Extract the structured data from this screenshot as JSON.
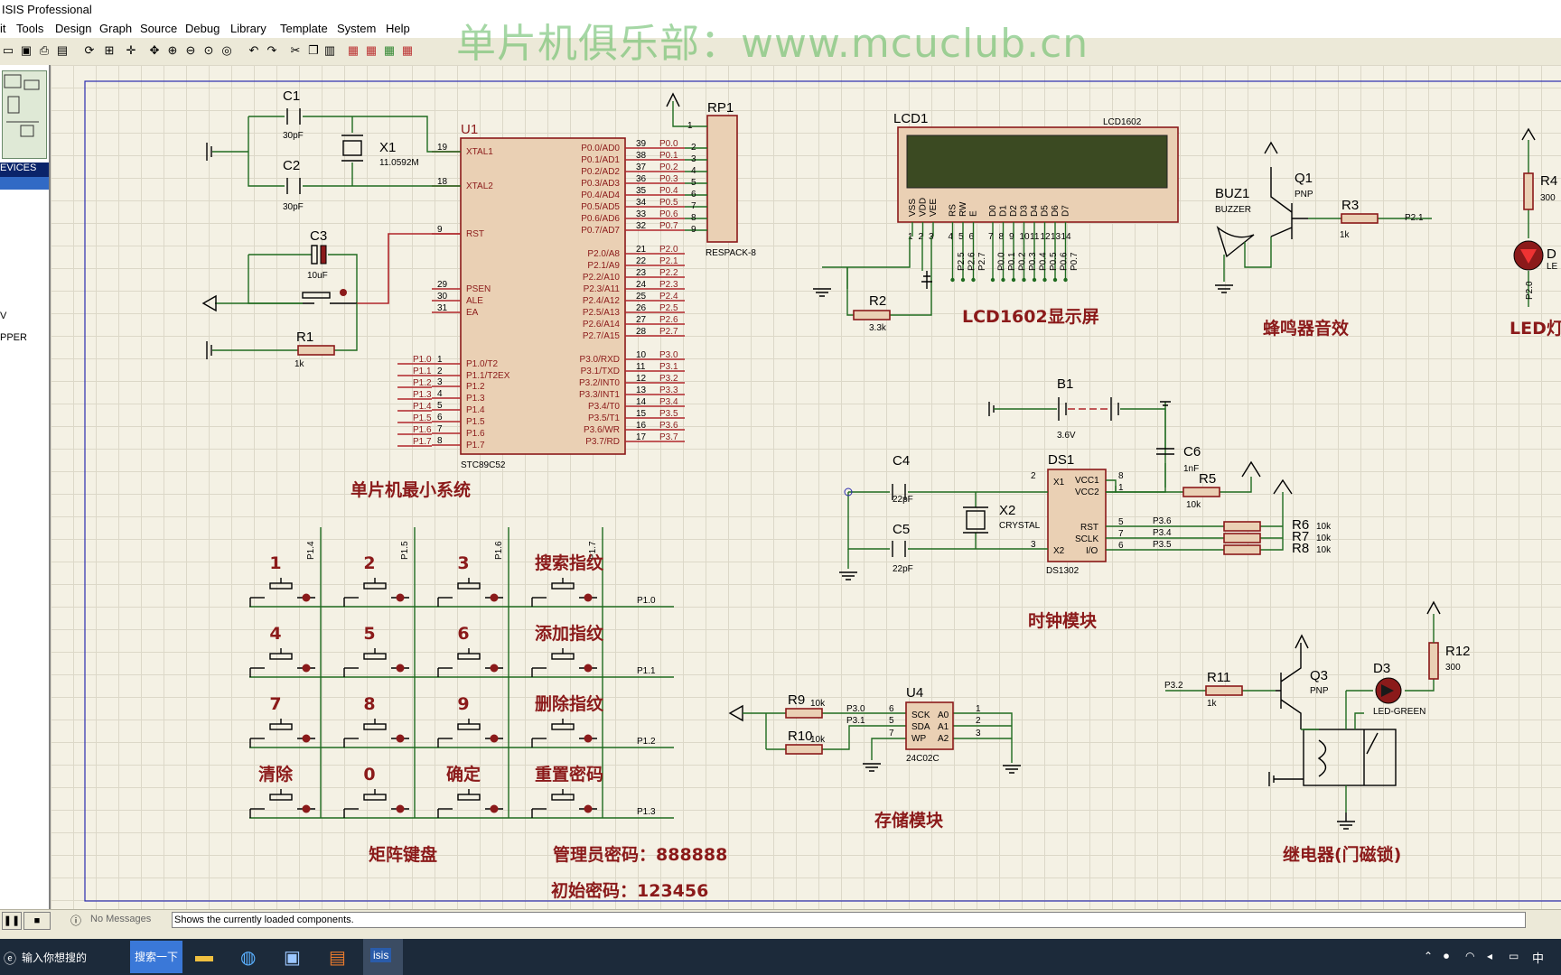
{
  "window": {
    "title": "ISIS Professional"
  },
  "menu": [
    "it",
    "Tools",
    "Design",
    "Graph",
    "Source",
    "Debug",
    "Library",
    "Template",
    "System",
    "Help"
  ],
  "watermark": "单片机俱乐部：www.mcuclub.cn",
  "left_panel": {
    "devices_header": "EVICES",
    "items": [
      "V",
      "PPER"
    ]
  },
  "schematic": {
    "mcu": {
      "ref": "U1",
      "part": "STC89C52",
      "left_pins": [
        [
          "19",
          "XTAL1"
        ],
        [
          "18",
          "XTAL2"
        ],
        [
          "9",
          "RST"
        ],
        [
          "29",
          "PSEN"
        ],
        [
          "30",
          "ALE"
        ],
        [
          "31",
          "EA"
        ],
        [
          "1",
          "P1.0/T2"
        ],
        [
          "2",
          "P1.1/T2EX"
        ],
        [
          "3",
          "P1.2"
        ],
        [
          "4",
          "P1.3"
        ],
        [
          "5",
          "P1.4"
        ],
        [
          "6",
          "P1.5"
        ],
        [
          "7",
          "P1.6"
        ],
        [
          "8",
          "P1.7"
        ]
      ],
      "right_pins": [
        [
          "39",
          "P0.0/AD0"
        ],
        [
          "38",
          "P0.1/AD1"
        ],
        [
          "37",
          "P0.2/AD2"
        ],
        [
          "36",
          "P0.3/AD3"
        ],
        [
          "35",
          "P0.4/AD4"
        ],
        [
          "34",
          "P0.5/AD5"
        ],
        [
          "33",
          "P0.6/AD6"
        ],
        [
          "32",
          "P0.7/AD7"
        ],
        [
          "21",
          "P2.0/A8"
        ],
        [
          "22",
          "P2.1/A9"
        ],
        [
          "23",
          "P2.2/A10"
        ],
        [
          "24",
          "P2.3/A11"
        ],
        [
          "25",
          "P2.4/A12"
        ],
        [
          "26",
          "P2.5/A13"
        ],
        [
          "27",
          "P2.6/A14"
        ],
        [
          "28",
          "P2.7/A15"
        ],
        [
          "10",
          "P3.0/RXD"
        ],
        [
          "11",
          "P3.1/TXD"
        ],
        [
          "12",
          "P3.2/INT0"
        ],
        [
          "13",
          "P3.3/INT1"
        ],
        [
          "14",
          "P3.4/T0"
        ],
        [
          "15",
          "P3.5/T1"
        ],
        [
          "16",
          "P3.6/WR"
        ],
        [
          "17",
          "P3.7/RD"
        ]
      ],
      "port_labels_left": [
        "P1.0",
        "P1.1",
        "P1.2",
        "P1.3",
        "P1.4",
        "P1.5",
        "P1.6",
        "P1.7"
      ],
      "port_labels_right": [
        "P0.0",
        "P0.1",
        "P0.2",
        "P0.3",
        "P0.4",
        "P0.5",
        "P0.6",
        "P0.7",
        "P2.0",
        "P2.1",
        "P2.2",
        "P2.3",
        "P2.4",
        "P2.5",
        "P2.6",
        "P2.7",
        "P3.0",
        "P3.1",
        "P3.2",
        "P3.3",
        "P3.4",
        "P3.5",
        "P3.6",
        "P3.7"
      ]
    },
    "c1": {
      "ref": "C1",
      "val": "30pF"
    },
    "c2": {
      "ref": "C2",
      "val": "30pF"
    },
    "c3": {
      "ref": "C3",
      "val": "10uF"
    },
    "x1": {
      "ref": "X1",
      "val": "11.0592M"
    },
    "r1": {
      "ref": "R1",
      "val": "1k"
    },
    "rp1": {
      "ref": "RP1",
      "part": "RESPACK-8",
      "pins": [
        "1",
        "2",
        "3",
        "4",
        "5",
        "6",
        "7",
        "8",
        "9"
      ]
    },
    "lcd": {
      "ref": "LCD1",
      "part": "LCD1602",
      "pins": [
        "VSS",
        "VDD",
        "VEE",
        "RS",
        "RW",
        "E",
        "D0",
        "D1",
        "D2",
        "D3",
        "D4",
        "D5",
        "D6",
        "D7"
      ],
      "pin_nums": [
        "1",
        "2",
        "3",
        "4",
        "5",
        "6",
        "7",
        "8",
        "9",
        "10",
        "11",
        "12",
        "13",
        "14"
      ],
      "nets": [
        "P2.5",
        "P2.6",
        "P2.7",
        "P0.0",
        "P0.1",
        "P0.2",
        "P0.3",
        "P0.4",
        "P0.5",
        "P0.6",
        "P0.7"
      ]
    },
    "r2": {
      "ref": "R2",
      "val": "3.3k"
    },
    "buz": {
      "ref": "BUZ1",
      "part": "BUZZER"
    },
    "q1": {
      "ref": "Q1",
      "part": "PNP"
    },
    "r3": {
      "ref": "R3",
      "val": "1k",
      "net": "P2.1"
    },
    "r4": {
      "ref": "R4",
      "val": "300"
    },
    "d_led": {
      "ref": "D",
      "part": "LE",
      "net": "P2.0"
    },
    "b1": {
      "ref": "B1",
      "val": "3.6V"
    },
    "c4": {
      "ref": "C4",
      "val": "22pF"
    },
    "c5": {
      "ref": "C5",
      "val": "22pF"
    },
    "c6": {
      "ref": "C6",
      "val": "1nF"
    },
    "x2": {
      "ref": "X2",
      "val": "CRYSTAL"
    },
    "ds1": {
      "ref": "DS1",
      "part": "DS1302",
      "pins_left": [
        "X1",
        "X2"
      ],
      "pins_right": [
        "VCC1",
        "VCC2",
        "RST",
        "SCLK",
        "I/O"
      ],
      "nums": [
        "2",
        "3",
        "8",
        "1",
        "5",
        "7",
        "6"
      ]
    },
    "r5": {
      "ref": "R5",
      "val": "10k"
    },
    "r6": {
      "ref": "R6",
      "val": "10k",
      "net": "P3.6"
    },
    "r7": {
      "ref": "R7",
      "val": "10k",
      "net": "P3.4"
    },
    "r8": {
      "ref": "R8",
      "val": "10k",
      "net": "P3.5"
    },
    "r9": {
      "ref": "R9",
      "val": "10k",
      "net": "P3.0"
    },
    "r10": {
      "ref": "R10",
      "val": "10k",
      "net": "P3.1"
    },
    "u4": {
      "ref": "U4",
      "part": "24C02C",
      "pins_left": [
        "SCK",
        "SDA",
        "WP"
      ],
      "pins_right": [
        "A0",
        "A1",
        "A2"
      ],
      "nums_left": [
        "6",
        "5",
        "7"
      ],
      "nums_right": [
        "1",
        "2",
        "3"
      ]
    },
    "r11": {
      "ref": "R11",
      "val": "1k",
      "net": "P3.2"
    },
    "q3": {
      "ref": "Q3",
      "part": "PNP"
    },
    "d3": {
      "ref": "D3",
      "part": "LED-GREEN"
    },
    "r12": {
      "ref": "R12",
      "val": "300"
    },
    "keypad": {
      "keys": [
        "1",
        "2",
        "3",
        "搜索指纹",
        "4",
        "5",
        "6",
        "添加指纹",
        "7",
        "8",
        "9",
        "删除指纹",
        "清除",
        "0",
        "确定",
        "重置密码"
      ],
      "col_nets": [
        "P1.4",
        "P1.5",
        "P1.6",
        "P1.7"
      ],
      "row_nets": [
        "P1.0",
        "P1.1",
        "P1.2",
        "P1.3"
      ]
    },
    "labels": {
      "mcu_system": "单片机最小系统",
      "lcd": "LCD1602显示屏",
      "buzzer": "蜂鸣器音效",
      "led": "LED灯",
      "clock": "时钟模块",
      "storage": "存储模块",
      "keypad": "矩阵键盘",
      "relay": "继电器(门磁锁)",
      "admin_pw": "管理员密码：888888",
      "init_pw": "初始密码：123456"
    }
  },
  "status": {
    "messages": "No Messages",
    "hint": "Shows the currently loaded components."
  },
  "taskbar": {
    "search_placeholder": "输入你想搜的",
    "search_button": "搜索一下",
    "ime": "中"
  }
}
